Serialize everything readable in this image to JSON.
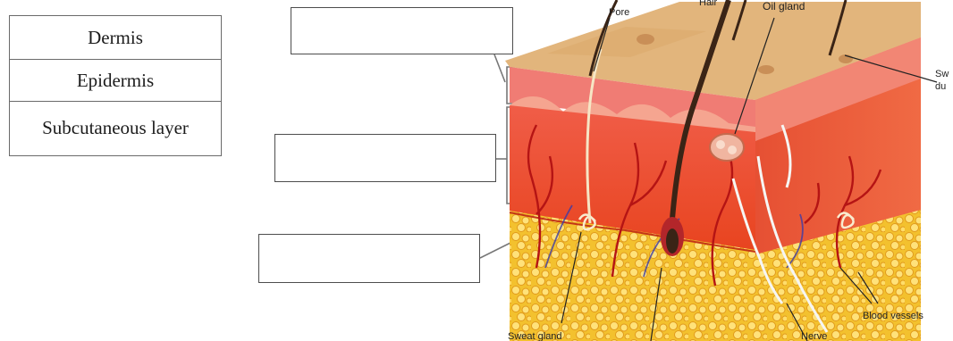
{
  "word_bank": {
    "items": [
      "Dermis",
      "Epidermis",
      "Subcutaneous layer"
    ]
  },
  "answer_boxes": [
    "",
    "",
    ""
  ],
  "diagram_labels": {
    "pore": "Pore",
    "hair": "Hair",
    "oil_gland": "Oil gland",
    "sweat_duct": "Sw\ndu",
    "sweat_gland": "Sweat gland",
    "blood_vessels": "Blood vessels",
    "nerve": "Nerve"
  },
  "colors": {
    "surface": "#e2b57c",
    "epidermis": "#f07c74",
    "dermis": "#f05a3a",
    "fat": "#f2c230",
    "hair": "#3a2416",
    "box_border": "#4d4d4d"
  }
}
